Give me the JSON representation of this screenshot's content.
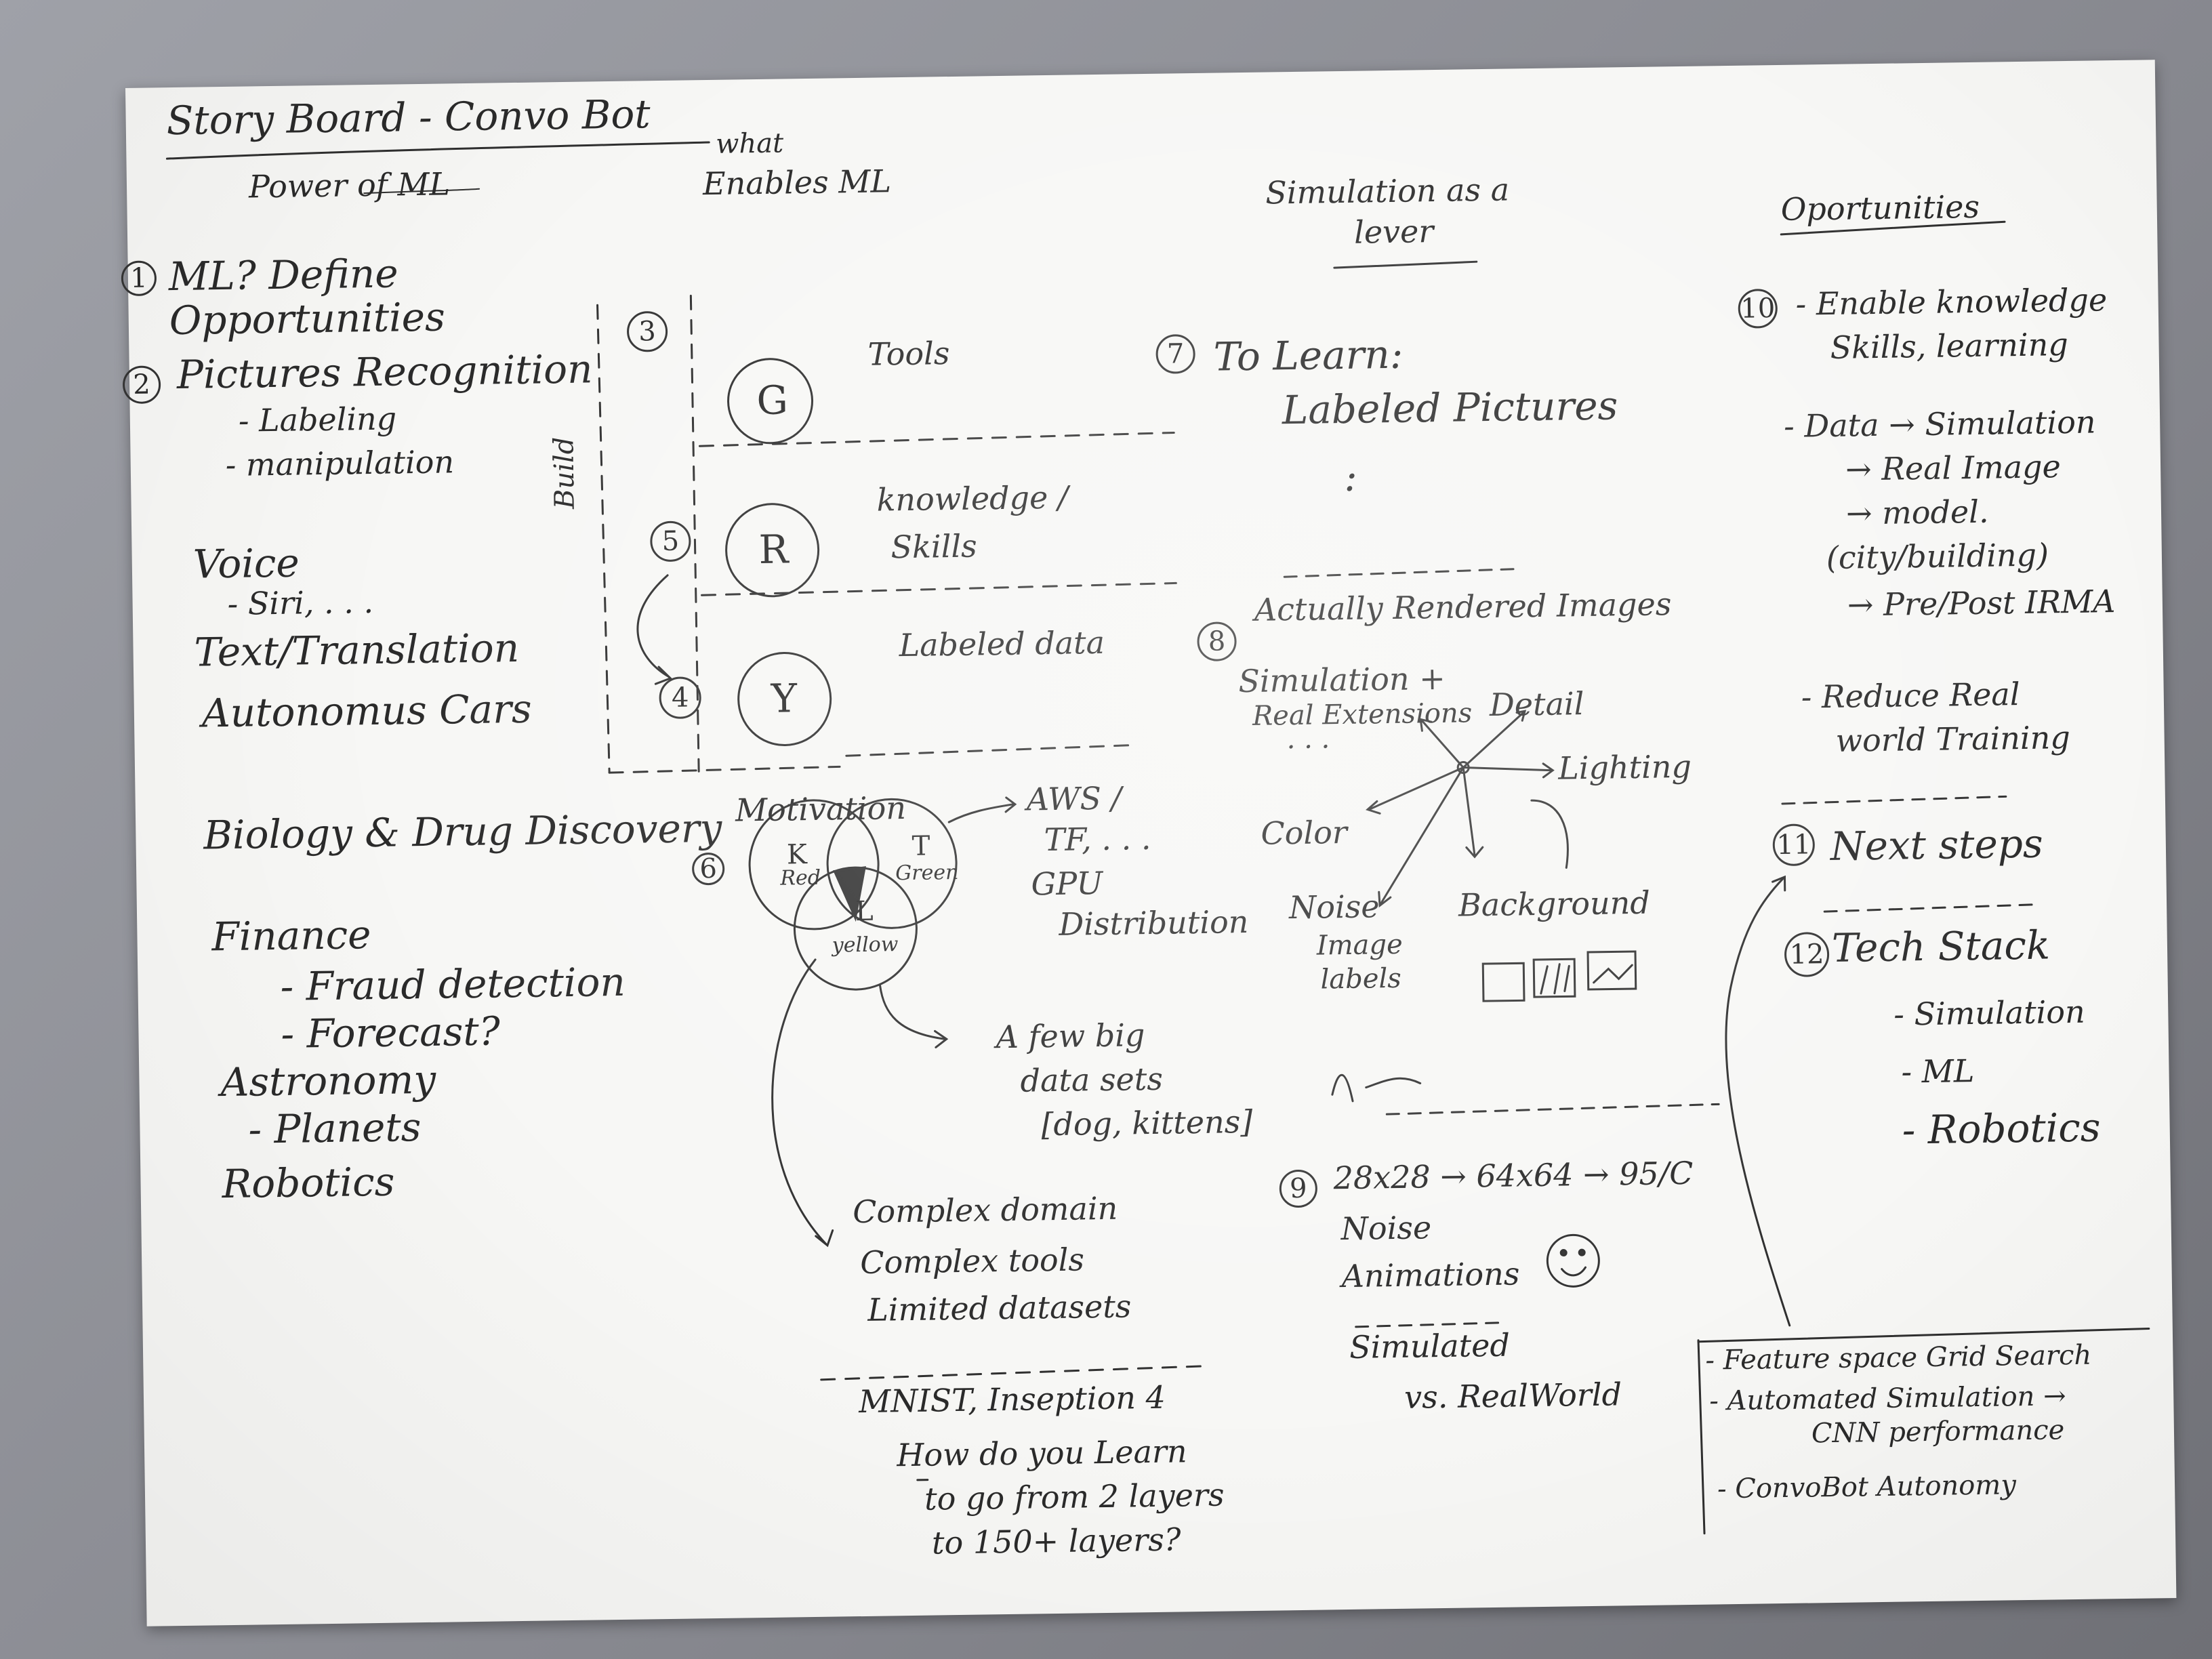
{
  "header": {
    "title": "Story Board - Convo Bot"
  },
  "col1": {
    "heading": "Power of ML",
    "n1": "1",
    "item1": "ML? Define",
    "item1b": "Opportunities",
    "n2": "2",
    "item2": "Pictures Recognition",
    "item2a": "- Labeling",
    "item2b": "- manipulation",
    "voice": "Voice",
    "siri": "- Siri, . . .",
    "text": "Text/Translation",
    "cars": "Autonomus Cars",
    "bio": "Biology & Drug Discovery",
    "finance": "Finance",
    "fraud": "- Fraud detection",
    "forecast": "- Forecast?",
    "astro": "Astronomy",
    "planets": "- Planets",
    "robotics": "Robotics"
  },
  "col2": {
    "what": "what",
    "heading": "Enables ML",
    "build": "Build",
    "n3": "3",
    "g": "G",
    "tools": "Tools",
    "n5": "5",
    "r": "R",
    "knowledge": "knowledge /",
    "skills": "Skills",
    "n4": "4",
    "y": "Y",
    "labeled": "Labeled data",
    "n6": "6",
    "motivation": "Motivation",
    "k": "K",
    "red": "Red",
    "tc": "T",
    "green": "Green",
    "lc": "L",
    "yellow": "yellow",
    "aws": "AWS /",
    "tf": "TF, . . .",
    "gpu": "GPU",
    "dist": "Distribution",
    "fewbig": "A few big",
    "datasets": "data sets",
    "dogs": "[dog, kittens]",
    "complexdomain": "Complex domain",
    "complextools": "Complex tools",
    "limited": "Limited datasets",
    "mnist": "MNIST, Inseption 4",
    "howdo": "How do you Learn",
    "gofrom": "to go from 2 layers",
    "to150": "to 150+ layers?"
  },
  "col3": {
    "heading1": "Simulation as a",
    "heading2": "lever",
    "n7": "7",
    "tolearn": "To Learn:",
    "labeledpics": "Labeled Pictures",
    "dots": ":",
    "n8": "8",
    "actually": "Actually Rendered Images",
    "sim1": "Simulation +",
    "sim2": "Real Extensions",
    "ellipsis": ". . .",
    "detail": "Detail",
    "lighting": "Lighting",
    "color": "Color",
    "noise": "Noise",
    "background": "Background",
    "imagelabels1": "Image",
    "imagelabels2": "labels",
    "n9": "9",
    "sizes": "28x28 → 64x64 → 95/C",
    "noise2": "Noise",
    "anim": "Animations",
    "simulated": "Simulated",
    "vs": "vs. RealWorld"
  },
  "col4": {
    "heading": "Oportunities",
    "n10": "10",
    "enable": "- Enable knowledge",
    "skills": "Skills, learning",
    "data": "- Data → Simulation",
    "real": "→ Real Image",
    "model": "→ model.",
    "city": "(city/building)",
    "prepost": "→ Pre/Post IRMA",
    "reduce": "- Reduce Real",
    "world": "world Training",
    "n11": "11",
    "next": "Next steps",
    "n12": "12",
    "tech": "Tech Stack",
    "tsim": "- Simulation",
    "tml": "- ML",
    "trob": "- Robotics",
    "feature": "- Feature space Grid Search",
    "automate": "- Automated Simulation →",
    "cnn": "CNN performance",
    "convo": "- ConvoBot Autonomy"
  },
  "colors": {
    "ink": "#2a2a2a",
    "paper": "#f7f7f5",
    "desk": "#8e8f96"
  }
}
